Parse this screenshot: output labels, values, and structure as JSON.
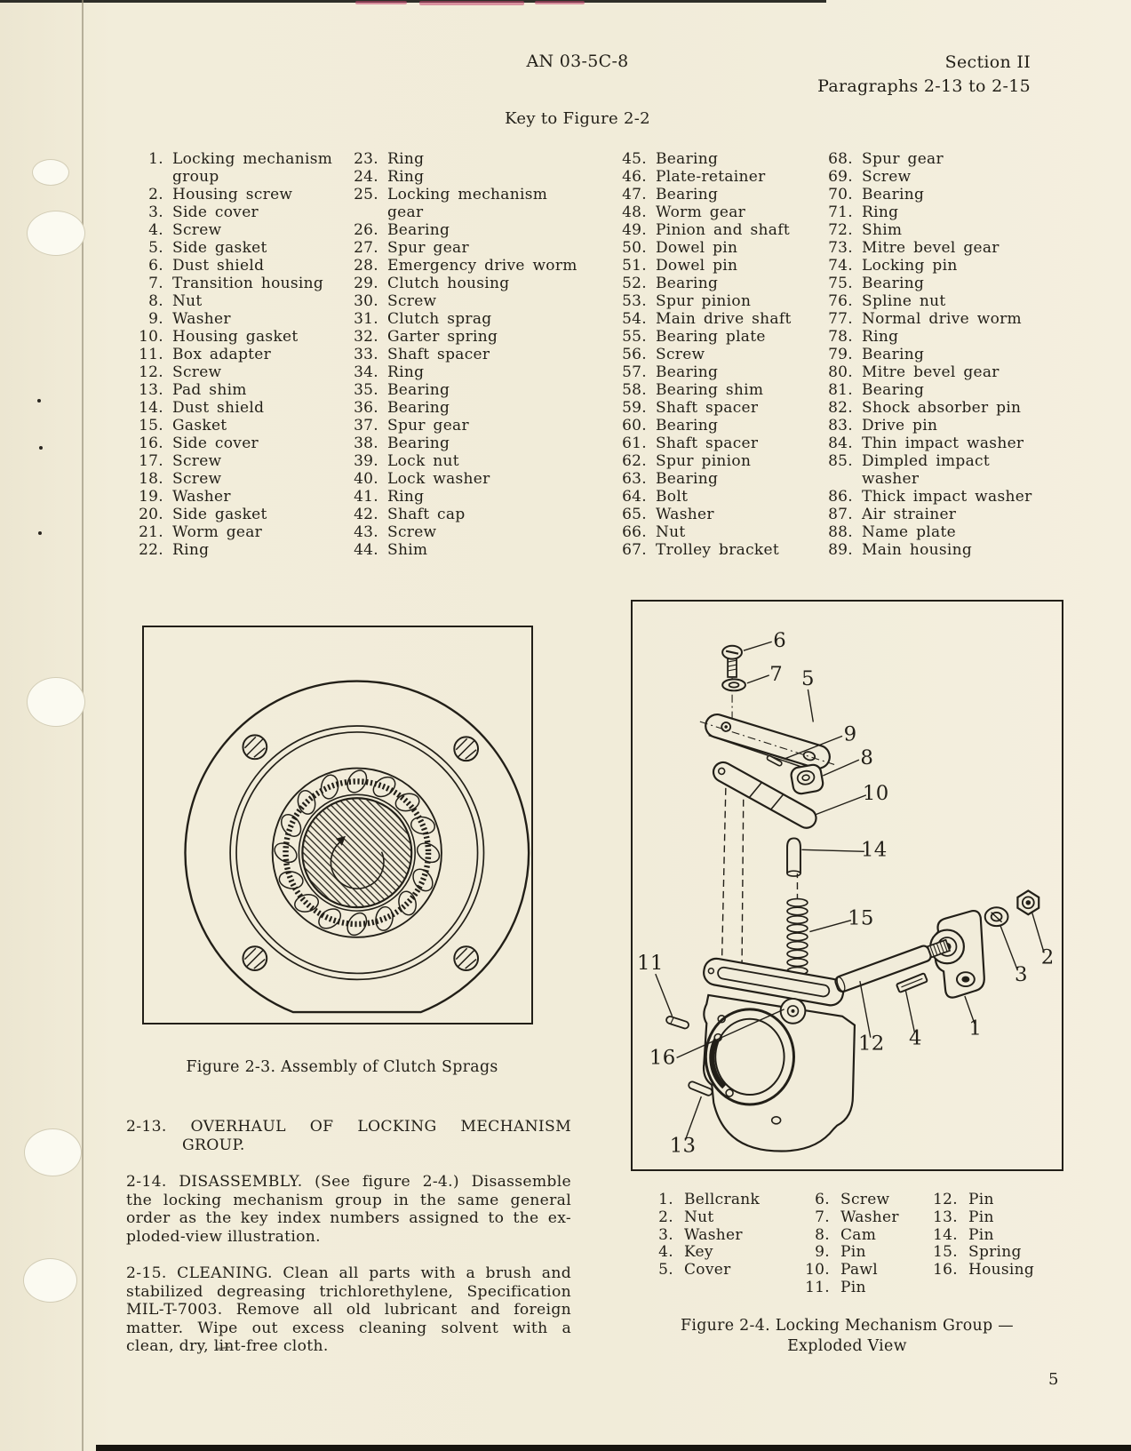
{
  "colors": {
    "paper": "#f1ecda",
    "ink": "#221f18"
  },
  "page": {
    "doc_number": "AN 03-5C-8",
    "section": "Section II",
    "paragraph_range": "Paragraphs 2-13 to 2-15",
    "page_number": "5"
  },
  "key_figure_2_2": {
    "title": "Key to Figure 2-2",
    "columns": [
      [
        {
          "num": "1.",
          "name": "Locking mechanism\ngroup"
        },
        {
          "num": "2.",
          "name": "Housing screw"
        },
        {
          "num": "3.",
          "name": "Side cover"
        },
        {
          "num": "4.",
          "name": "Screw"
        },
        {
          "num": "5.",
          "name": "Side gasket"
        },
        {
          "num": "6.",
          "name": "Dust shield"
        },
        {
          "num": "7.",
          "name": "Transition housing"
        },
        {
          "num": "8.",
          "name": "Nut"
        },
        {
          "num": "9.",
          "name": "Washer"
        },
        {
          "num": "10.",
          "name": "Housing gasket"
        },
        {
          "num": "11.",
          "name": "Box adapter"
        },
        {
          "num": "12.",
          "name": "Screw"
        },
        {
          "num": "13.",
          "name": "Pad shim"
        },
        {
          "num": "14.",
          "name": "Dust shield"
        },
        {
          "num": "15.",
          "name": "Gasket"
        },
        {
          "num": "16.",
          "name": "Side cover"
        },
        {
          "num": "17.",
          "name": "Screw"
        },
        {
          "num": "18.",
          "name": "Screw"
        },
        {
          "num": "19.",
          "name": "Washer"
        },
        {
          "num": "20.",
          "name": "Side gasket"
        },
        {
          "num": "21.",
          "name": "Worm gear"
        },
        {
          "num": "22.",
          "name": "Ring"
        }
      ],
      [
        {
          "num": "23.",
          "name": "Ring"
        },
        {
          "num": "24.",
          "name": "Ring"
        },
        {
          "num": "25.",
          "name": "Locking mechanism\ngear"
        },
        {
          "num": "26.",
          "name": "Bearing"
        },
        {
          "num": "27.",
          "name": "Spur gear"
        },
        {
          "num": "28.",
          "name": "Emergency drive worm"
        },
        {
          "num": "29.",
          "name": "Clutch housing"
        },
        {
          "num": "30.",
          "name": "Screw"
        },
        {
          "num": "31.",
          "name": "Clutch sprag"
        },
        {
          "num": "32.",
          "name": "Garter spring"
        },
        {
          "num": "33.",
          "name": "Shaft spacer"
        },
        {
          "num": "34.",
          "name": "Ring"
        },
        {
          "num": "35.",
          "name": "Bearing"
        },
        {
          "num": "36.",
          "name": "Bearing"
        },
        {
          "num": "37.",
          "name": "Spur gear"
        },
        {
          "num": "38.",
          "name": "Bearing"
        },
        {
          "num": "39.",
          "name": "Lock nut"
        },
        {
          "num": "40.",
          "name": "Lock washer"
        },
        {
          "num": "41.",
          "name": "Ring"
        },
        {
          "num": "42.",
          "name": "Shaft cap"
        },
        {
          "num": "43.",
          "name": "Screw"
        },
        {
          "num": "44.",
          "name": "Shim"
        }
      ],
      [
        {
          "num": "45.",
          "name": "Bearing"
        },
        {
          "num": "46.",
          "name": "Plate-retainer"
        },
        {
          "num": "47.",
          "name": "Bearing"
        },
        {
          "num": "48.",
          "name": "Worm gear"
        },
        {
          "num": "49.",
          "name": "Pinion and shaft"
        },
        {
          "num": "50.",
          "name": "Dowel pin"
        },
        {
          "num": "51.",
          "name": "Dowel pin"
        },
        {
          "num": "52.",
          "name": "Bearing"
        },
        {
          "num": "53.",
          "name": "Spur pinion"
        },
        {
          "num": "54.",
          "name": "Main drive shaft"
        },
        {
          "num": "55.",
          "name": "Bearing plate"
        },
        {
          "num": "56.",
          "name": "Screw"
        },
        {
          "num": "57.",
          "name": "Bearing"
        },
        {
          "num": "58.",
          "name": "Bearing shim"
        },
        {
          "num": "59.",
          "name": "Shaft spacer"
        },
        {
          "num": "60.",
          "name": "Bearing"
        },
        {
          "num": "61.",
          "name": "Shaft spacer"
        },
        {
          "num": "62.",
          "name": "Spur pinion"
        },
        {
          "num": "63.",
          "name": "Bearing"
        },
        {
          "num": "64.",
          "name": "Bolt"
        },
        {
          "num": "65.",
          "name": "Washer"
        },
        {
          "num": "66.",
          "name": "Nut"
        },
        {
          "num": "67.",
          "name": "Trolley bracket"
        }
      ],
      [
        {
          "num": "68.",
          "name": "Spur gear"
        },
        {
          "num": "69.",
          "name": "Screw"
        },
        {
          "num": "70.",
          "name": "Bearing"
        },
        {
          "num": "71.",
          "name": "Ring"
        },
        {
          "num": "72.",
          "name": "Shim"
        },
        {
          "num": "73.",
          "name": "Mitre bevel gear"
        },
        {
          "num": "74.",
          "name": "Locking pin"
        },
        {
          "num": "75.",
          "name": "Bearing"
        },
        {
          "num": "76.",
          "name": "Spline nut"
        },
        {
          "num": "77.",
          "name": "Normal drive worm"
        },
        {
          "num": "78.",
          "name": "Ring"
        },
        {
          "num": "79.",
          "name": "Bearing"
        },
        {
          "num": "80.",
          "name": "Mitre bevel gear"
        },
        {
          "num": "81.",
          "name": "Bearing"
        },
        {
          "num": "82.",
          "name": "Shock absorber pin"
        },
        {
          "num": "83.",
          "name": "Drive pin"
        },
        {
          "num": "84.",
          "name": "Thin impact washer"
        },
        {
          "num": "85.",
          "name": "Dimpled impact\nwasher"
        },
        {
          "num": "86.",
          "name": "Thick impact washer"
        },
        {
          "num": "87.",
          "name": "Air strainer"
        },
        {
          "num": "88.",
          "name": "Name plate"
        },
        {
          "num": "89.",
          "name": "Main housing"
        }
      ]
    ]
  },
  "figure_2_3": {
    "caption": "Figure 2-3. Assembly of Clutch Sprags"
  },
  "para_2_13": {
    "heading_line1": "2-13. OVERHAUL OF LOCKING MECHANISM",
    "heading_line2": "GROUP."
  },
  "para_2_14": {
    "lines": [
      "2-14. DISASSEMBLY. (See figure 2-4.) Disassemble",
      "the locking mechanism group in the same general",
      "order as the key index numbers assigned to the ex-",
      "ploded-view illustration."
    ]
  },
  "para_2_15": {
    "lines": [
      "2-15. CLEANING. Clean all parts with a brush and",
      "stabilized degreasing trichlorethylene, Specification",
      "MIL-T-7003. Remove all old lubricant and foreign",
      "matter. Wipe out excess cleaning solvent with a",
      "clean, dry, lint-free cloth."
    ]
  },
  "figure_2_4": {
    "caption_line1": "Figure 2-4. Locking Mechanism Group —",
    "caption_line2": "Exploded View",
    "callouts": [
      "6",
      "7",
      "5",
      "9",
      "8",
      "10",
      "14",
      "15",
      "11",
      "16",
      "13",
      "12",
      "4",
      "1",
      "3",
      "2"
    ],
    "key_columns": [
      [
        {
          "num": "1.",
          "name": "Bellcrank"
        },
        {
          "num": "2.",
          "name": "Nut"
        },
        {
          "num": "3.",
          "name": "Washer"
        },
        {
          "num": "4.",
          "name": "Key"
        },
        {
          "num": "5.",
          "name": "Cover"
        }
      ],
      [
        {
          "num": "6.",
          "name": "Screw"
        },
        {
          "num": "7.",
          "name": "Washer"
        },
        {
          "num": "8.",
          "name": "Cam"
        },
        {
          "num": "9.",
          "name": "Pin"
        },
        {
          "num": "10.",
          "name": "Pawl"
        },
        {
          "num": "11.",
          "name": "Pin"
        }
      ],
      [
        {
          "num": "12.",
          "name": "Pin"
        },
        {
          "num": "13.",
          "name": "Pin"
        },
        {
          "num": "14.",
          "name": "Pin"
        },
        {
          "num": "15.",
          "name": "Spring"
        },
        {
          "num": "16.",
          "name": "Housing"
        }
      ]
    ]
  }
}
